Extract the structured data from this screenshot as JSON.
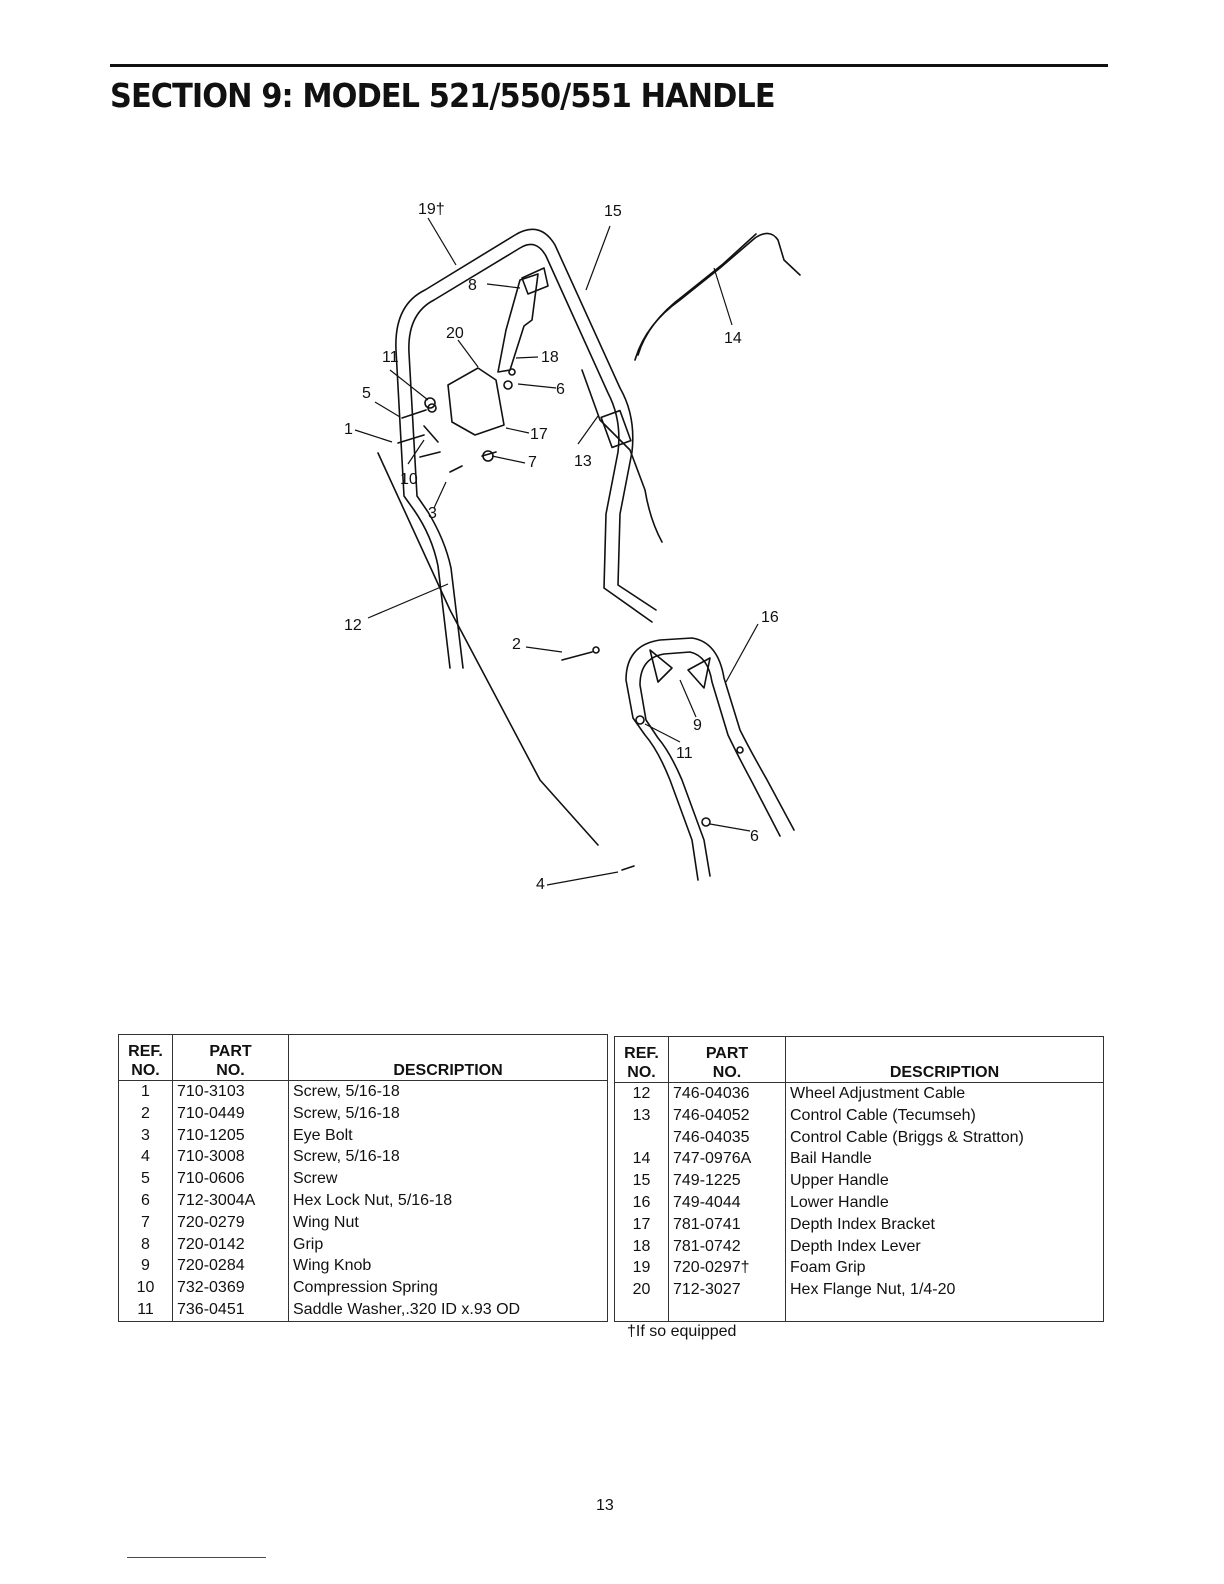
{
  "title": "SECTION 9:  MODEL 521/550/551 HANDLE",
  "diagram": {
    "callouts": [
      "19†",
      "15",
      "8",
      "20",
      "11",
      "18",
      "6",
      "5",
      "1",
      "17",
      "7",
      "13",
      "10",
      "3",
      "14",
      "12",
      "2",
      "16",
      "9",
      "11",
      "6",
      "4"
    ]
  },
  "tables": {
    "headers": {
      "ref": [
        "REF.",
        "NO."
      ],
      "part": [
        "PART",
        "NO."
      ],
      "description": "DESCRIPTION"
    },
    "left": [
      {
        "ref": "1",
        "part": "710-3103",
        "desc": "Screw, 5/16-18"
      },
      {
        "ref": "2",
        "part": "710-0449",
        "desc": "Screw, 5/16-18"
      },
      {
        "ref": "3",
        "part": "710-1205",
        "desc": "Eye Bolt"
      },
      {
        "ref": "4",
        "part": "710-3008",
        "desc": "Screw, 5/16-18"
      },
      {
        "ref": "5",
        "part": "710-0606",
        "desc": "Screw"
      },
      {
        "ref": "6",
        "part": "712-3004A",
        "desc": "Hex Lock Nut, 5/16-18"
      },
      {
        "ref": "7",
        "part": "720-0279",
        "desc": "Wing Nut"
      },
      {
        "ref": "8",
        "part": "720-0142",
        "desc": "Grip"
      },
      {
        "ref": "9",
        "part": "720-0284",
        "desc": "Wing Knob"
      },
      {
        "ref": "10",
        "part": "732-0369",
        "desc": "Compression Spring"
      },
      {
        "ref": "11",
        "part": "736-0451",
        "desc": "Saddle Washer,.320 ID x.93 OD"
      }
    ],
    "right": [
      {
        "ref": "12",
        "part": "746-04036",
        "desc": "Wheel Adjustment Cable"
      },
      {
        "ref": "13",
        "part": "746-04052",
        "desc": "Control Cable (Tecumseh)"
      },
      {
        "ref": "",
        "part": "746-04035",
        "desc": "Control Cable (Briggs & Stratton)"
      },
      {
        "ref": "14",
        "part": "747-0976A",
        "desc": "Bail Handle"
      },
      {
        "ref": "15",
        "part": "749-1225",
        "desc": "Upper Handle"
      },
      {
        "ref": "16",
        "part": "749-4044",
        "desc": "Lower Handle"
      },
      {
        "ref": "17",
        "part": "781-0741",
        "desc": "Depth Index Bracket"
      },
      {
        "ref": "18",
        "part": "781-0742",
        "desc": "Depth Index Lever"
      },
      {
        "ref": "19",
        "part": "720-0297†",
        "desc": "Foam Grip"
      },
      {
        "ref": "20",
        "part": "712-3027",
        "desc": "Hex Flange Nut, 1/4-20"
      }
    ]
  },
  "footnote": "†If so equipped",
  "page_number": "13"
}
